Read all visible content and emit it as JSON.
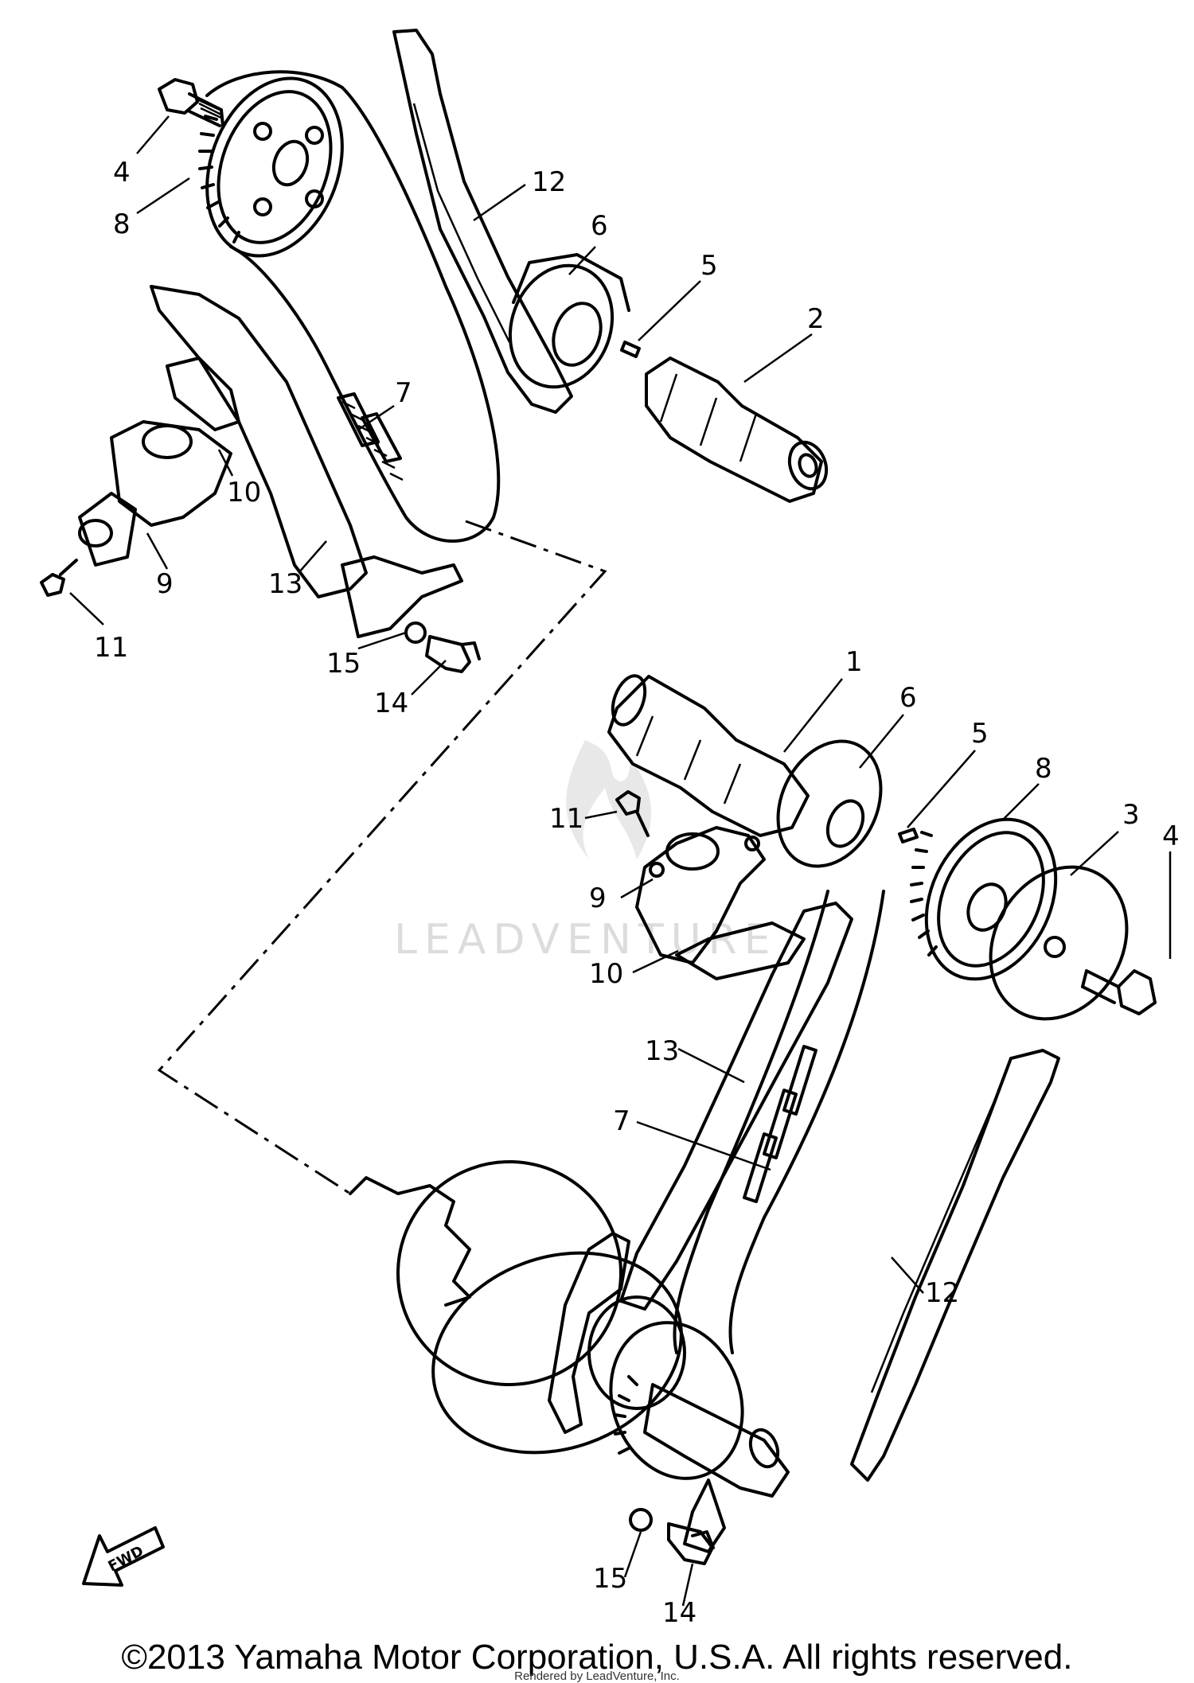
{
  "callouts": {
    "top": [
      {
        "id": "4",
        "label": "4"
      },
      {
        "id": "8",
        "label": "8"
      },
      {
        "id": "12",
        "label": "12"
      },
      {
        "id": "6",
        "label": "6"
      },
      {
        "id": "5",
        "label": "5"
      },
      {
        "id": "2",
        "label": "2"
      },
      {
        "id": "7",
        "label": "7"
      },
      {
        "id": "10",
        "label": "10"
      },
      {
        "id": "9",
        "label": "9"
      },
      {
        "id": "13",
        "label": "13"
      },
      {
        "id": "11",
        "label": "11"
      },
      {
        "id": "15",
        "label": "15"
      },
      {
        "id": "14",
        "label": "14"
      }
    ],
    "bottom": [
      {
        "id": "1",
        "label": "1"
      },
      {
        "id": "6",
        "label": "6"
      },
      {
        "id": "5",
        "label": "5"
      },
      {
        "id": "8",
        "label": "8"
      },
      {
        "id": "3",
        "label": "3"
      },
      {
        "id": "4",
        "label": "4"
      },
      {
        "id": "11",
        "label": "11"
      },
      {
        "id": "9",
        "label": "9"
      },
      {
        "id": "10",
        "label": "10"
      },
      {
        "id": "13",
        "label": "13"
      },
      {
        "id": "7",
        "label": "7"
      },
      {
        "id": "12",
        "label": "12"
      },
      {
        "id": "15",
        "label": "15"
      },
      {
        "id": "14",
        "label": "14"
      }
    ]
  },
  "fwd_arrow": "FWD",
  "watermark": "LEADVENTURE",
  "copyright": "©2013 Yamaha Motor Corporation, U.S.A. All rights reserved.",
  "rendered_by": "Rendered by LeadVenture, Inc."
}
